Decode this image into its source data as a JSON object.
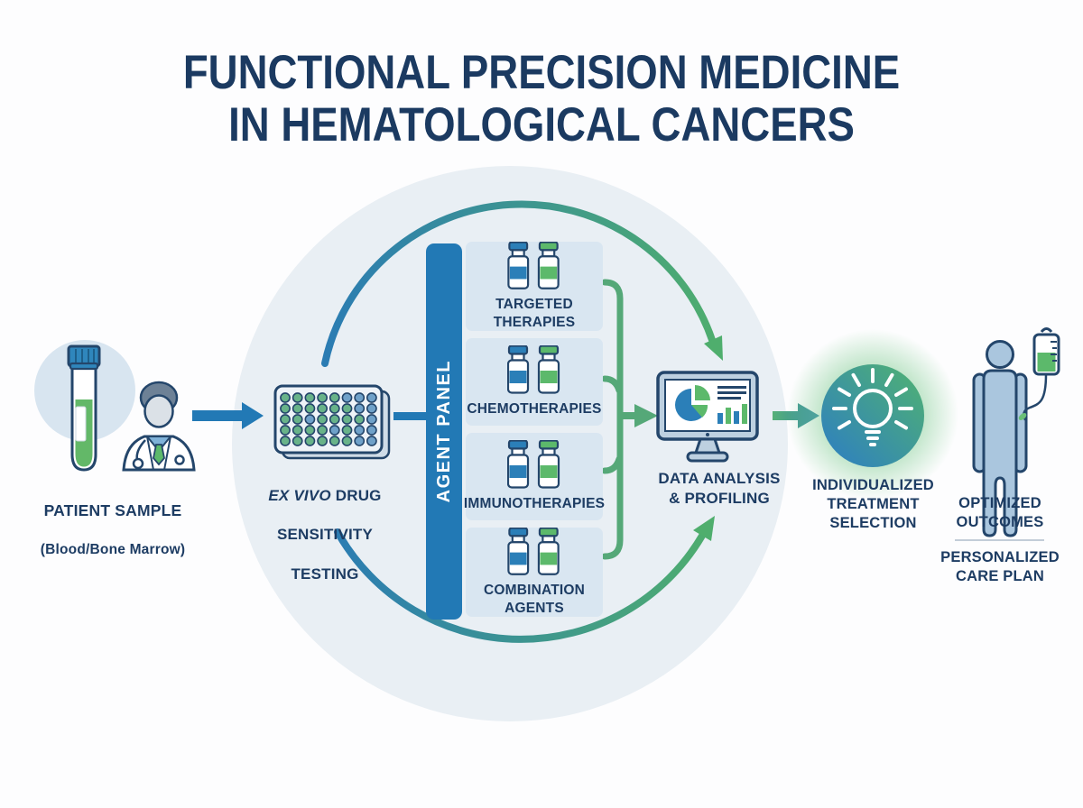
{
  "title": {
    "line1": "FUNCTIONAL PRECISION MEDICINE",
    "line2": "IN HEMATOLOGICAL CANCERS"
  },
  "nodes": {
    "patient_sample": {
      "label_line1": "PATIENT SAMPLE",
      "label_line2": "(Blood/Bone Marrow)",
      "icons": [
        "test-tube-icon",
        "doctor-icon"
      ]
    },
    "ex_vivo_testing": {
      "label_italic": "EX VIVO",
      "label_after_italic": " DRUG",
      "label_line2": "SENSITIVITY",
      "label_line3": "TESTING",
      "icon": "microplate-icon"
    },
    "agent_panel": {
      "label": "AGENT PANEL",
      "categories": [
        {
          "label": "TARGETED\nTHERAPIES",
          "icon": "medicine-vials-icon"
        },
        {
          "label": "CHEMOTHERAPIES",
          "icon": "medicine-vials-icon"
        },
        {
          "label": "IMMUNOTHERAPIES",
          "icon": "medicine-vials-icon"
        },
        {
          "label": "COMBINATION\nAGENTS",
          "icon": "medicine-vials-icon"
        }
      ]
    },
    "data_analysis": {
      "label": "DATA ANALYSIS\n& PROFILING",
      "icon": "monitor-charts-icon"
    },
    "individualized_treatment": {
      "label": "INDIVIDUALIZED\nTREATMENT\nSELECTION",
      "icon": "lightbulb-icon"
    },
    "optimized_outcomes": {
      "label": "OPTIMIZED\nOUTCOMES",
      "icon": "patient-figure-icon"
    },
    "personalized_care": {
      "label": "PERSONALIZED\nCARE PLAN",
      "icon": "iv-bag-icon"
    }
  },
  "microplate": {
    "wells_rows": [
      "GGGGGBBB",
      "GGGGGGBB",
      "GGBGGGGB",
      "GGGGBGBB",
      "GGGGGGBB"
    ],
    "well_colors": {
      "G": "#68b389",
      "B": "#6fa1c9"
    }
  },
  "colors": {
    "accent_blue": "#2279b5",
    "accent_green": "#55a878",
    "arc_blue": "#2b7cb3",
    "arc_green": "#4fae6d",
    "navy_text": "#1d3c63",
    "circle_bg": "#e9eff4",
    "box_bg": "#d9e6f1",
    "vial_blue": "#2b7fb8",
    "vial_green": "#5cb96b",
    "bulb_gradient_start": "#2e7fc1",
    "bulb_gradient_end": "#4fb173",
    "person_fill": "#aac6de"
  }
}
